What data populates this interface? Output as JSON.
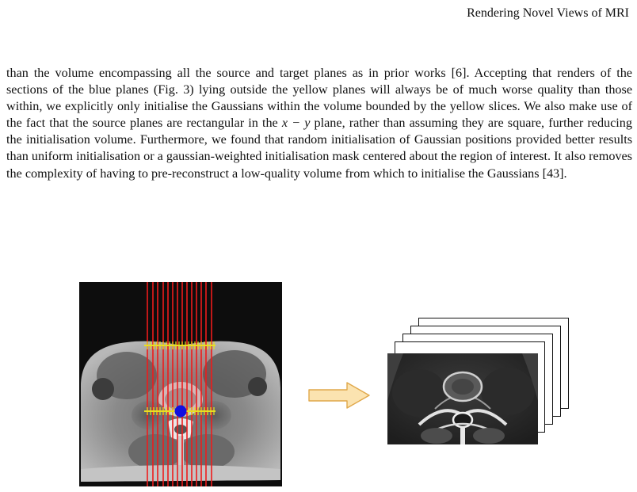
{
  "header": {
    "running_title": "Rendering Novel Views of MRI"
  },
  "body": {
    "paragraph_parts": {
      "p1": "than the volume encompassing all the source and target planes as in prior works [6]. Accepting that renders of the sections of the blue planes (Fig. 3) lying outside the yellow planes will always be of much worse quality than those within, we explicitly only initialise the Gaussians within the volume bounded by the yellow slices. We also make use of the fact that the source planes are rectangular in the ",
      "math": "x − y",
      "p2": " plane, rather than assuming they are square, further reducing the initialisation volume. Furthermore, we found that random initialisation of Gaussian positions provided better results than uniform initialisation or a gaussian-weighted initialisation mask centered about the region of interest. It also removes the complexity of having to pre-reconstruct a low-quality volume from which to initialise the Gaussians [43]."
    }
  },
  "figure": {
    "colors": {
      "red_planes": "#ee1c1c",
      "yellow_planes": "#e8e020",
      "blue_point": "#1010e0",
      "arrow_fill": "#fbe3b0",
      "arrow_stroke": "#e0a84a"
    },
    "red_plane_count": 14,
    "stacked_slice_count": 5,
    "icons": {
      "arrow": "right-arrow-icon"
    }
  }
}
